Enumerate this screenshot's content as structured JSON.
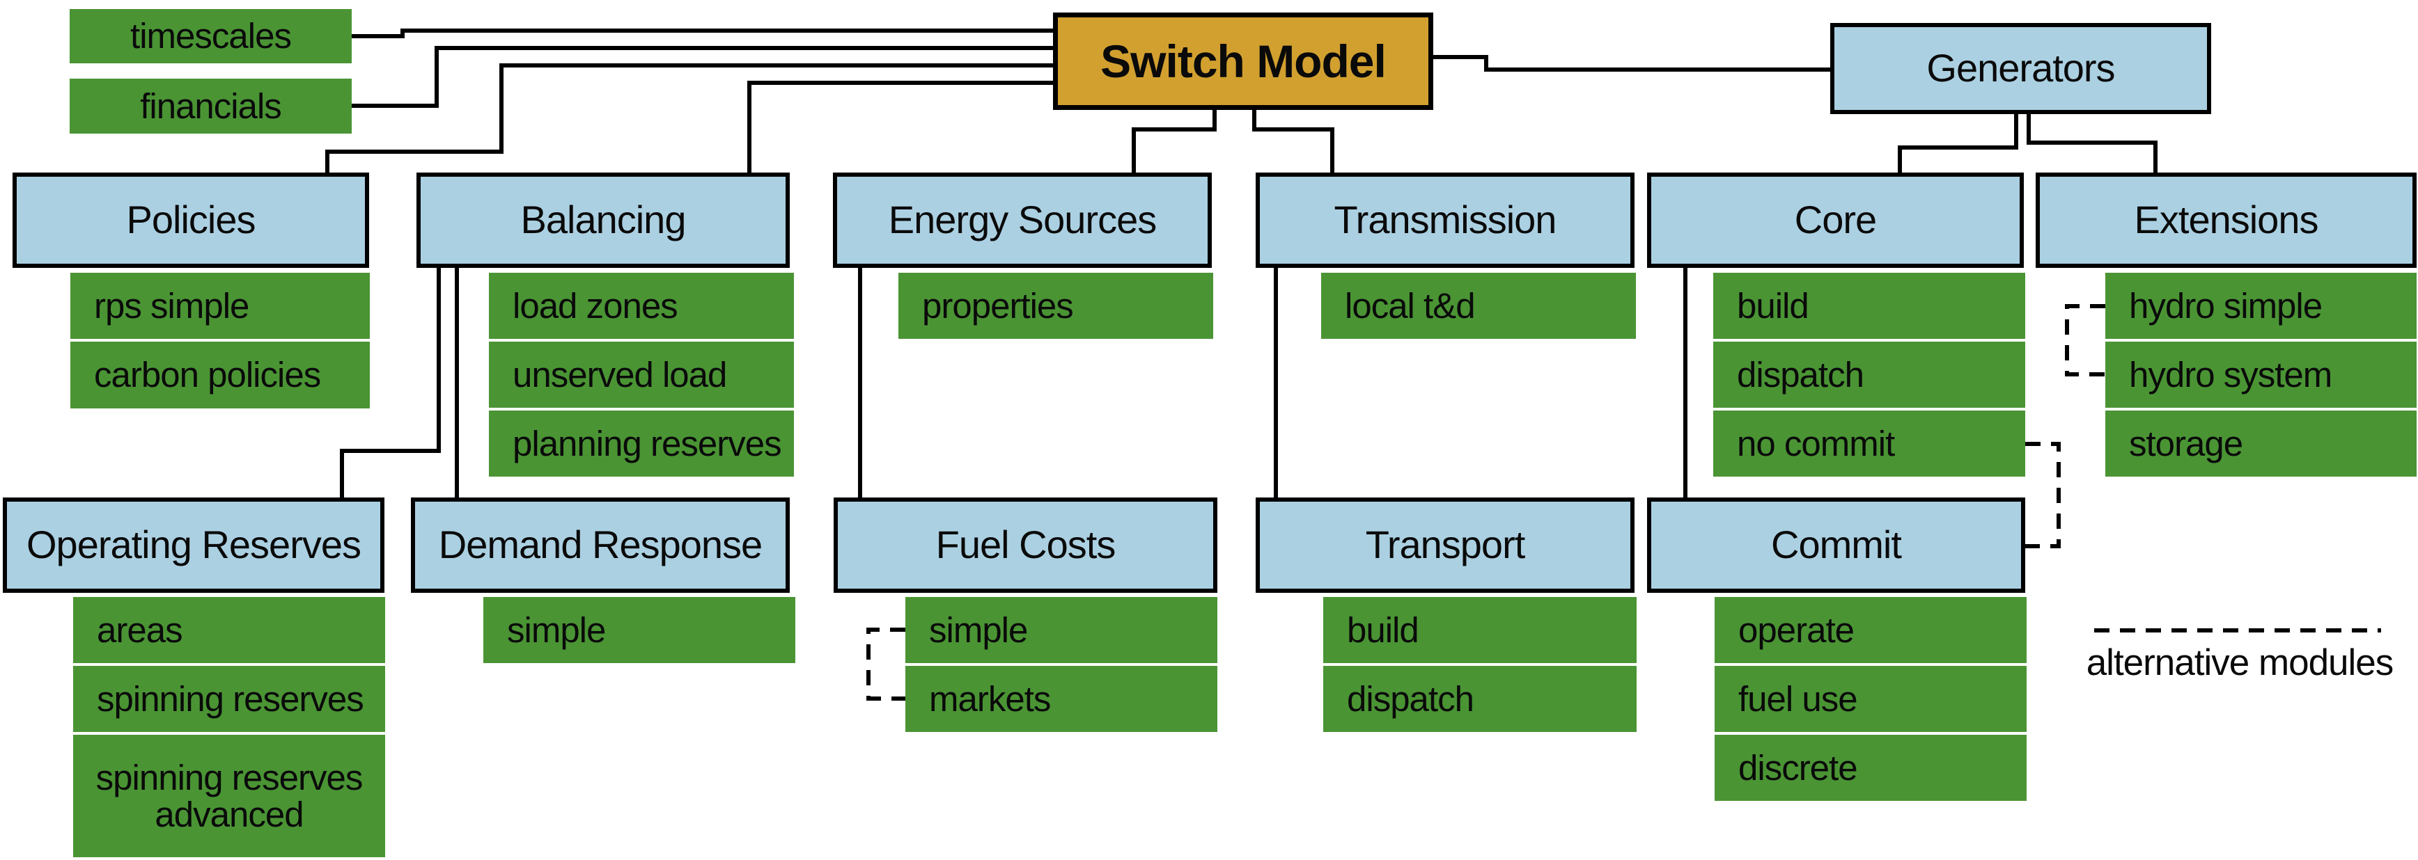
{
  "diagram_title": "Switch Model",
  "colors": {
    "root_fill": "#d2a02f",
    "group_fill": "#abd0e2",
    "module_fill": "#4a9434",
    "line": "#000000"
  },
  "legend": {
    "label": "alternative modules"
  },
  "nodes": [
    {
      "id": "timescales",
      "label": "timescales",
      "kind": "module",
      "parent": "switch-model"
    },
    {
      "id": "financials",
      "label": "financials",
      "kind": "module",
      "parent": "switch-model"
    },
    {
      "id": "switch-model",
      "label": "Switch Model",
      "kind": "root",
      "parent": null
    },
    {
      "id": "generators",
      "label": "Generators",
      "kind": "group",
      "parent": "switch-model"
    },
    {
      "id": "policies",
      "label": "Policies",
      "kind": "group",
      "parent": "switch-model"
    },
    {
      "id": "balancing",
      "label": "Balancing",
      "kind": "group",
      "parent": "switch-model"
    },
    {
      "id": "energy-sources",
      "label": "Energy Sources",
      "kind": "group",
      "parent": "switch-model"
    },
    {
      "id": "transmission",
      "label": "Transmission",
      "kind": "group",
      "parent": "switch-model"
    },
    {
      "id": "core",
      "label": "Core",
      "kind": "group",
      "parent": "generators"
    },
    {
      "id": "extensions",
      "label": "Extensions",
      "kind": "group",
      "parent": "generators"
    },
    {
      "id": "rps-simple",
      "label": "rps simple",
      "kind": "module",
      "parent": "policies"
    },
    {
      "id": "carbon-policies",
      "label": "carbon policies",
      "kind": "module",
      "parent": "policies"
    },
    {
      "id": "load-zones",
      "label": "load zones",
      "kind": "module",
      "parent": "balancing"
    },
    {
      "id": "unserved-load",
      "label": "unserved load",
      "kind": "module",
      "parent": "balancing"
    },
    {
      "id": "planning-reserves",
      "label": "planning reserves",
      "kind": "module",
      "parent": "balancing"
    },
    {
      "id": "properties",
      "label": "properties",
      "kind": "module",
      "parent": "energy-sources"
    },
    {
      "id": "local-td",
      "label": "local t&d",
      "kind": "module",
      "parent": "transmission"
    },
    {
      "id": "core-build",
      "label": "build",
      "kind": "module",
      "parent": "core"
    },
    {
      "id": "core-dispatch",
      "label": "dispatch",
      "kind": "module",
      "parent": "core"
    },
    {
      "id": "no-commit",
      "label": "no commit",
      "kind": "module",
      "parent": "core"
    },
    {
      "id": "hydro-simple",
      "label": "hydro simple",
      "kind": "module",
      "parent": "extensions"
    },
    {
      "id": "hydro-system",
      "label": "hydro system",
      "kind": "module",
      "parent": "extensions"
    },
    {
      "id": "storage",
      "label": "storage",
      "kind": "module",
      "parent": "extensions"
    },
    {
      "id": "operating-reserves",
      "label": "Operating Reserves",
      "kind": "group",
      "parent": "balancing"
    },
    {
      "id": "demand-response",
      "label": "Demand Response",
      "kind": "group",
      "parent": "balancing"
    },
    {
      "id": "fuel-costs",
      "label": "Fuel Costs",
      "kind": "group",
      "parent": "energy-sources"
    },
    {
      "id": "transport",
      "label": "Transport",
      "kind": "group",
      "parent": "transmission"
    },
    {
      "id": "commit",
      "label": "Commit",
      "kind": "group",
      "parent": "core"
    },
    {
      "id": "areas",
      "label": "areas",
      "kind": "module",
      "parent": "operating-reserves"
    },
    {
      "id": "spinning-reserves",
      "label": "spinning reserves",
      "kind": "module",
      "parent": "operating-reserves"
    },
    {
      "id": "spinning-reserves-advanced",
      "label": "spinning reserves advanced",
      "kind": "module",
      "parent": "operating-reserves"
    },
    {
      "id": "dr-simple",
      "label": "simple",
      "kind": "module",
      "parent": "demand-response"
    },
    {
      "id": "fc-simple",
      "label": "simple",
      "kind": "module",
      "parent": "fuel-costs"
    },
    {
      "id": "fc-markets",
      "label": "markets",
      "kind": "module",
      "parent": "fuel-costs"
    },
    {
      "id": "transport-build",
      "label": "build",
      "kind": "module",
      "parent": "transport"
    },
    {
      "id": "transport-dispatch",
      "label": "dispatch",
      "kind": "module",
      "parent": "transport"
    },
    {
      "id": "operate",
      "label": "operate",
      "kind": "module",
      "parent": "commit"
    },
    {
      "id": "fuel-use",
      "label": "fuel use",
      "kind": "module",
      "parent": "commit"
    },
    {
      "id": "discrete",
      "label": "discrete",
      "kind": "module",
      "parent": "commit"
    }
  ]
}
